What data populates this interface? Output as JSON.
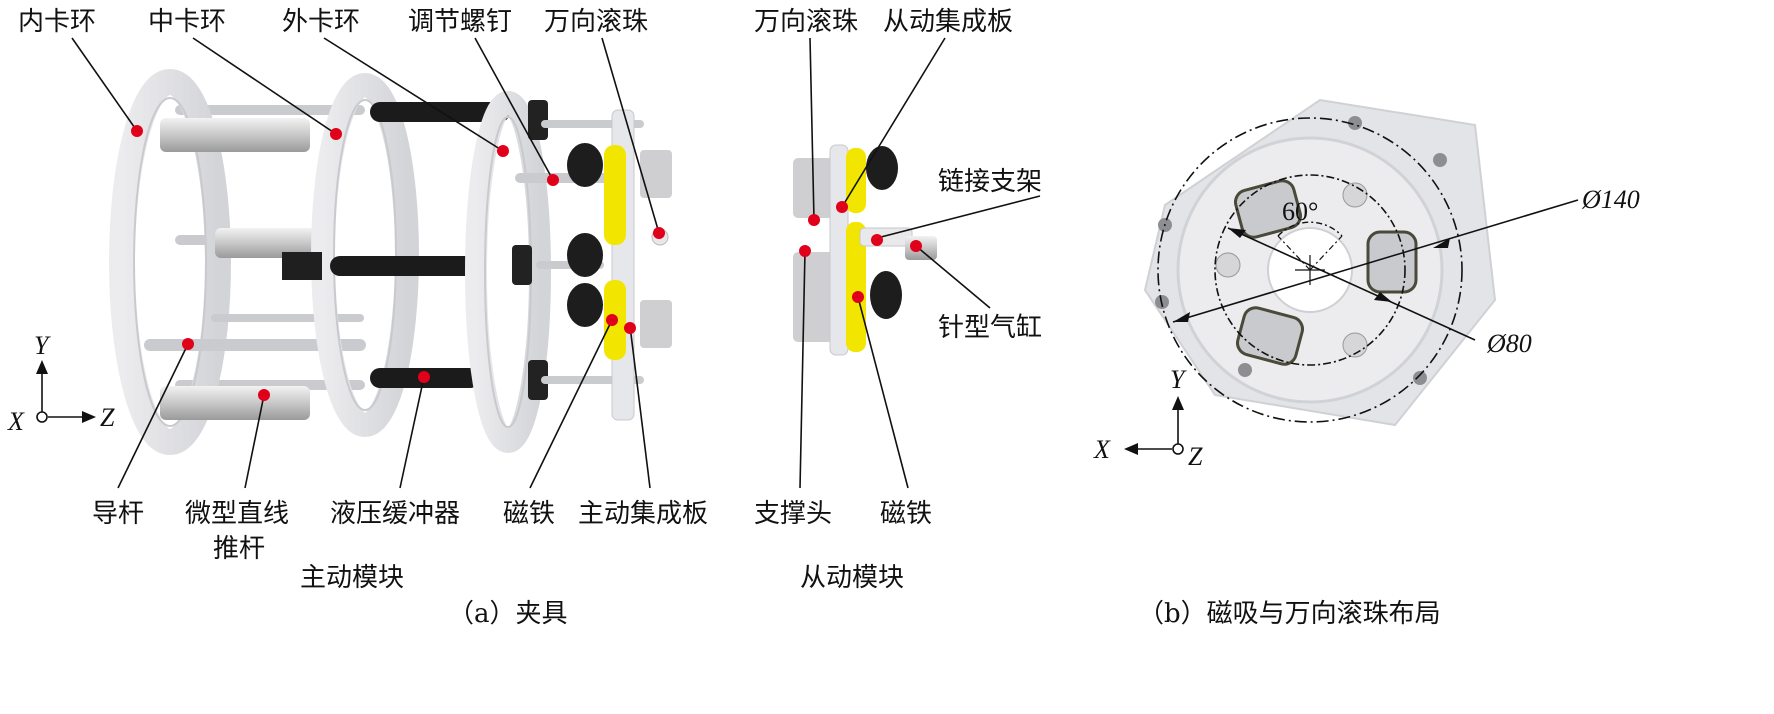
{
  "labels": {
    "inner_ring": "内卡环",
    "middle_ring": "中卡环",
    "outer_ring": "外卡环",
    "adjust_screw": "调节螺钉",
    "ball_a": "万向滚珠",
    "ball_b": "万向滚珠",
    "driven_board": "从动集成板",
    "link_bracket": "链接支架",
    "needle_cylinder": "针型气缸",
    "guide_rod": "导杆",
    "linear_actuator_1": "微型直线",
    "linear_actuator_2": "推杆",
    "hydraulic_buffer": "液压缓冲器",
    "magnet_a": "磁铁",
    "active_board": "主动集成板",
    "support_head": "支撑头",
    "magnet_b": "磁铁",
    "active_module": "主动模块",
    "driven_module": "从动模块",
    "caption_a": "（a）夹具",
    "caption_b": "（b）磁吸与万向滚珠布局"
  },
  "axes_a": {
    "y": "Y",
    "x": "X",
    "z": "Z"
  },
  "axes_b": {
    "y": "Y",
    "x": "X",
    "z": "Z"
  },
  "dimensions": {
    "d140": "Ø140",
    "d80": "Ø80",
    "angle": "60°"
  },
  "colors": {
    "marker": "#e0001a",
    "magnet": "#f2e600",
    "knob": "#1d1d1d",
    "frame": "#e3e4e7"
  }
}
